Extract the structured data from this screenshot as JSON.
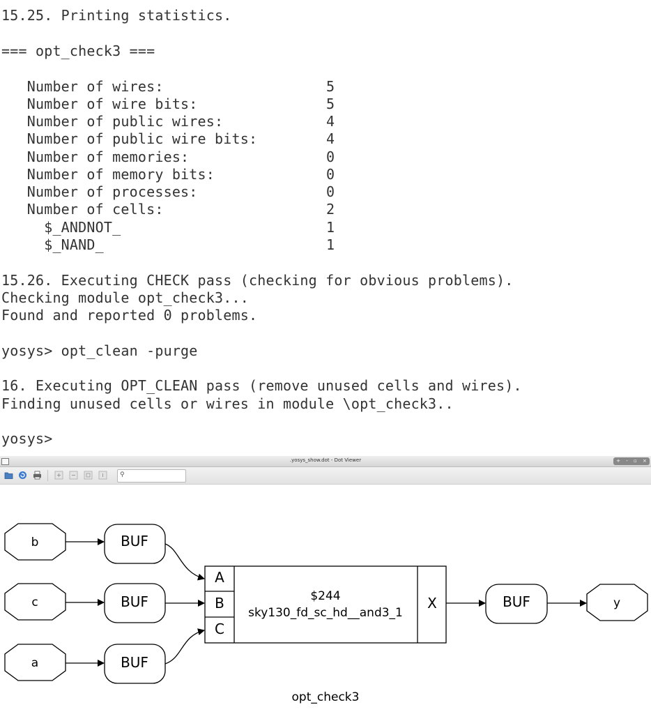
{
  "terminal": {
    "lines": [
      "15.25. Printing statistics.",
      "=== opt_check3 ===",
      "   Number of wires:",
      "   Number of wire bits:",
      "   Number of public wires:",
      "   Number of public wire bits:",
      "   Number of memories:",
      "   Number of memory bits:",
      "   Number of processes:",
      "   Number of cells:",
      "     $_ANDNOT_",
      "     $_NAND_",
      "15.26. Executing CHECK pass (checking for obvious problems).",
      "Checking module opt_check3...",
      "Found and reported 0 problems.",
      "yosys> opt_clean -purge",
      "16. Executing OPT_CLEAN pass (remove unused cells and wires).",
      "Finding unused cells or wires in module \\opt_check3..",
      "yosys>"
    ],
    "values": [
      "5",
      "5",
      "4",
      "4",
      "0",
      "0",
      "0",
      "2",
      "1",
      "1"
    ]
  },
  "viewer": {
    "window_title": ".yosys_show.dot - Dot Viewer",
    "window_buttons": [
      "+",
      "-",
      "▫",
      "×"
    ],
    "search_placeholder": "",
    "graph": {
      "inputs": [
        "b",
        "c",
        "a"
      ],
      "buffers": [
        "BUF",
        "BUF",
        "BUF",
        "BUF"
      ],
      "cell_id": "$244",
      "cell_type": "sky130_fd_sc_hd__and3_1",
      "cell_pins_in": [
        "A",
        "B",
        "C"
      ],
      "cell_pin_out": "X",
      "output": "y",
      "module_label": "opt_check3"
    }
  }
}
